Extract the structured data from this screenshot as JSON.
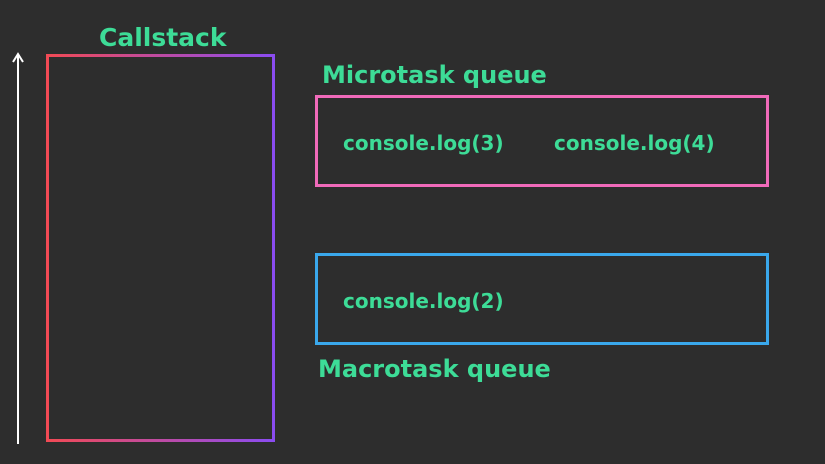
{
  "callstack": {
    "title": "Callstack"
  },
  "microtask_queue": {
    "label": "Microtask queue",
    "items": [
      "console.log(3)",
      "console.log(4)"
    ],
    "border_color": "#f06aba"
  },
  "macrotask_queue": {
    "label": "Macrotask queue",
    "items": [
      "console.log(2)"
    ],
    "border_color": "#3aa8ec"
  },
  "colors": {
    "background": "#2d2d2d",
    "text_accent": "#3ddc97",
    "callstack_gradient_start": "#f24a54",
    "callstack_gradient_end": "#8a4cf2",
    "arrow": "#ffffff"
  },
  "icons": {
    "stack_arrow": "arrow-up-icon"
  }
}
